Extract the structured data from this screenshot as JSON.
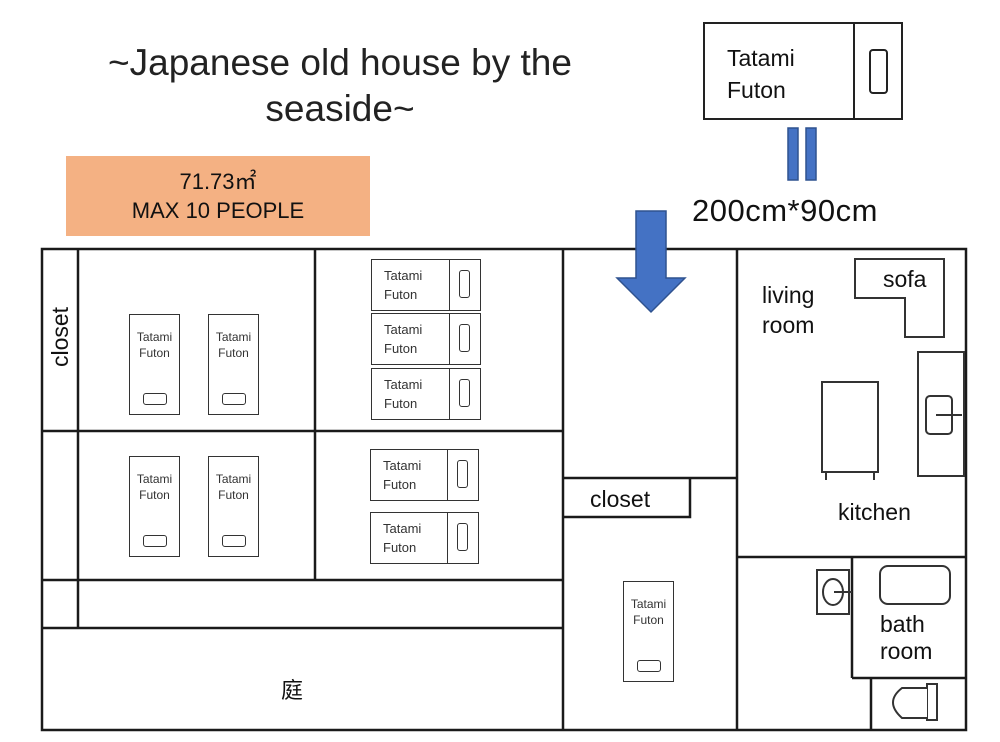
{
  "title": {
    "line1": "~Japanese old house by the",
    "line2": "seaside~"
  },
  "info": {
    "area": "71.73㎡",
    "capacity": "MAX 10 PEOPLE"
  },
  "legend": {
    "line1": "Tatami",
    "line2": "Futon",
    "size": "200cm*90cm"
  },
  "rooms": {
    "closet_left": "closet",
    "closet_center": "closet",
    "living": "living room",
    "living_line1": "living",
    "living_line2": "room",
    "sofa": "sofa",
    "kitchen": "kitchen",
    "bath_line1": "bath",
    "bath_line2": "room",
    "garden": "庭"
  },
  "futon": {
    "line1": "Tatami",
    "line2": "Futon"
  },
  "colors": {
    "info_box": "#f4b183",
    "arrow": "#4472c4",
    "arrow_border": "#2f528f"
  }
}
